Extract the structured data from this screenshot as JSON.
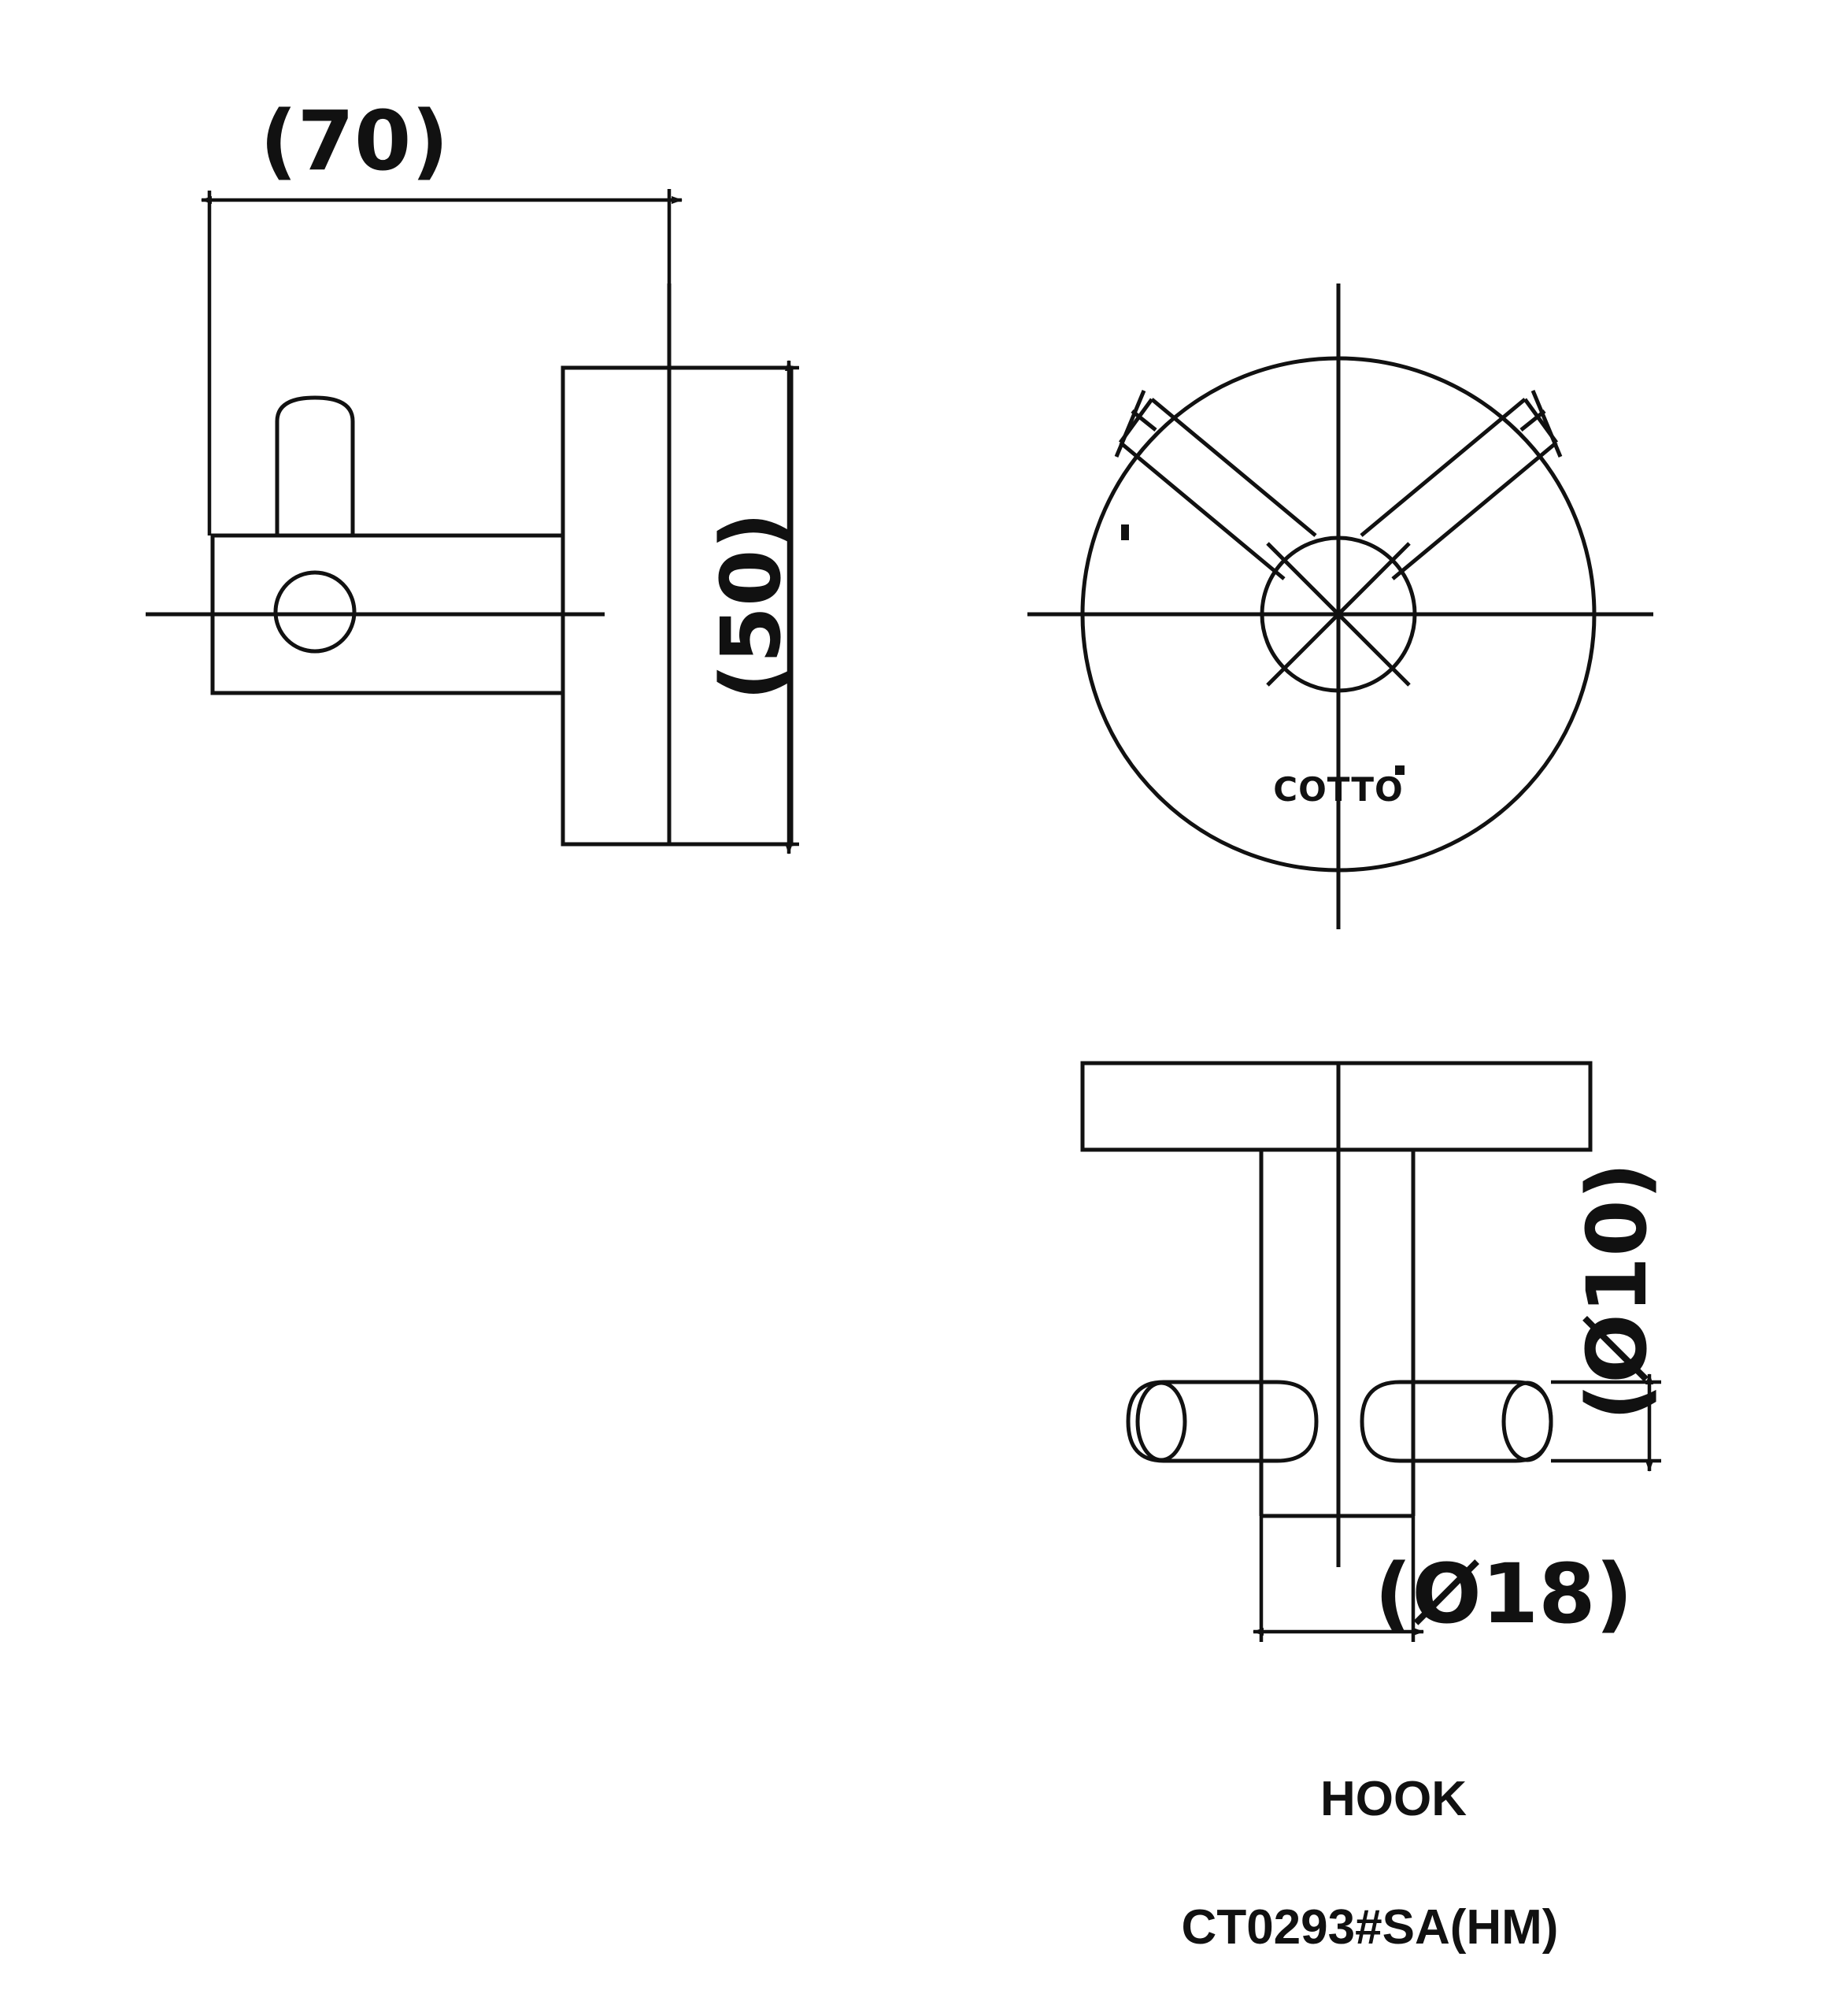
{
  "dimensions": {
    "width_label": "(70)",
    "height_label": "(50)",
    "pin_diameter_label": "(Ø10)",
    "stem_diameter_label": "(Ø18)"
  },
  "logo": {
    "text": "COTTO"
  },
  "title": {
    "name": "HOOK",
    "model": "CT0293#SA(HM)"
  }
}
